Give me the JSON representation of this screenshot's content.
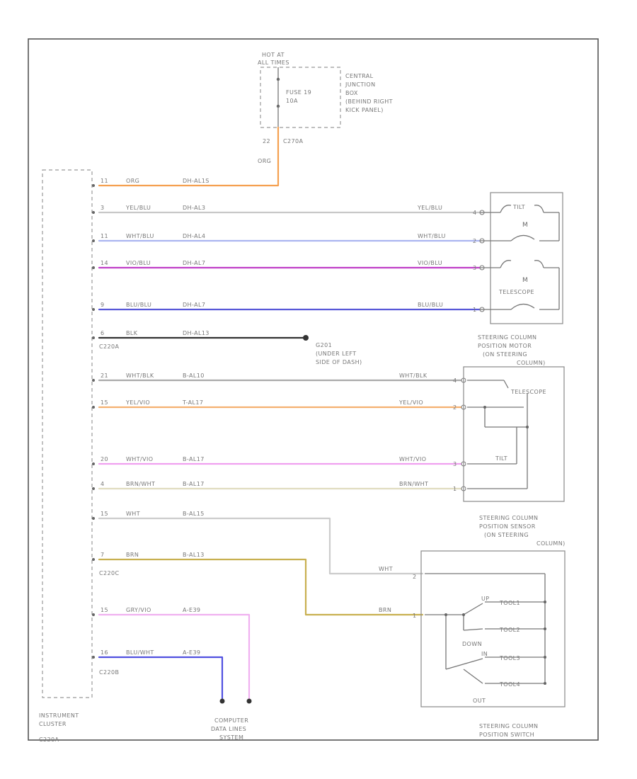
{
  "fuse": {
    "hot_label": "HOT AT",
    "hot_sub": "ALL TIMES",
    "fuse_name": "FUSE 19",
    "fuse_rating": "10A",
    "box_label_1": "CENTRAL",
    "box_label_2": "JUNCTION",
    "box_label_3": "BOX",
    "box_label_4": "(BEHIND RIGHT",
    "box_label_5": "KICK PANEL)",
    "pin": "22",
    "connector": "C270A",
    "wire_color_label": "ORG"
  },
  "cluster": {
    "label_1": "INSTRUMENT",
    "label_2": "CLUSTER",
    "connector_code": "C220A",
    "connectors": [
      "C220A",
      "C220C",
      "C220B"
    ]
  },
  "wires": [
    {
      "pin": "11",
      "left": "ORG",
      "circuit": "DH-AL1S",
      "right": "",
      "color": "#f5a050"
    },
    {
      "pin": "3",
      "left": "YEL/BLU",
      "circuit": "DH-AL3",
      "right": "YEL/BLU",
      "color": "#c8c8c8"
    },
    {
      "pin": "11",
      "left": "WHT/BLU",
      "circuit": "DH-AL4",
      "right": "WHT/BLU",
      "color": "#aab4f0"
    },
    {
      "pin": "14",
      "left": "VIO/BLU",
      "circuit": "DH-AL7",
      "right": "VIO/BLU",
      "color": "#c040c8"
    },
    {
      "pin": "9",
      "left": "BLU/BLU",
      "circuit": "DH-AL7",
      "right": "BLU/BLU",
      "color": "#5858d8"
    },
    {
      "pin": "6",
      "left": "BLK",
      "circuit": "DH-AL13",
      "right": "",
      "color": "#333333"
    },
    {
      "pin": "21",
      "left": "WHT/BLK",
      "circuit": "B-AL10",
      "right": "WHT/BLK",
      "color": "#aaaaaa"
    },
    {
      "pin": "15",
      "left": "YEL/VIO",
      "circuit": "T-AL17",
      "right": "YEL/VIO",
      "color": "#f5b070"
    },
    {
      "pin": "20",
      "left": "WHT/VIO",
      "circuit": "B-AL17",
      "right": "WHT/VIO",
      "color": "#f0a0f0"
    },
    {
      "pin": "4",
      "left": "BRN/WHT",
      "circuit": "B-AL17",
      "right": "BRN/WHT",
      "color": "#e0dcc0"
    },
    {
      "pin": "15",
      "left": "WHT",
      "circuit": "B-AL15",
      "right": "WHT",
      "color": "#cccccc"
    },
    {
      "pin": "7",
      "left": "BRN",
      "circuit": "B-AL13",
      "right": "BRN",
      "color": "#c8b050"
    },
    {
      "pin": "15",
      "left": "GRY/VIO",
      "circuit": "A-E39",
      "right": "",
      "color": "#f0b0f0"
    },
    {
      "pin": "16",
      "left": "BLU/WHT",
      "circuit": "A-E39",
      "right": "",
      "color": "#5050e0"
    }
  ],
  "motor": {
    "tilt": "TILT",
    "m": "M",
    "telescope": "TELESCOPE",
    "right_pins": [
      "4",
      "2",
      "3",
      "1"
    ],
    "name_1": "STEERING COLUMN",
    "name_2": "POSITION MOTOR",
    "name_3": "(ON STEERING",
    "name_4": "COLUMN)"
  },
  "ground": {
    "name": "G201",
    "label_1": "(UNDER LEFT",
    "label_2": "SIDE OF DASH)"
  },
  "sensor": {
    "telescope": "TELESCOPE",
    "tilt": "TILT",
    "right_pins": [
      "4",
      "2",
      "3",
      "1"
    ],
    "name_1": "STEERING COLUMN",
    "name_2": "POSITION SENSOR",
    "name_3": "(ON STEERING",
    "name_4": "COLUMN)"
  },
  "switch": {
    "up": "UP",
    "down": "DOWN",
    "in": "IN",
    "out": "OUT",
    "tags": [
      "TOOL1",
      "TOOL2",
      "TOOL3",
      "TOOL4"
    ],
    "right_pins": [
      "2",
      "1"
    ],
    "name_1": "STEERING COLUMN",
    "name_2": "POSITION SWITCH"
  },
  "data_lines": {
    "label_1": "COMPUTER",
    "label_2": "DATA LINES",
    "label_3": "SYSTEM"
  },
  "cluster_connectors": {
    "c220a": "C220A",
    "c220c": "C220C",
    "c220b": "C220B"
  }
}
